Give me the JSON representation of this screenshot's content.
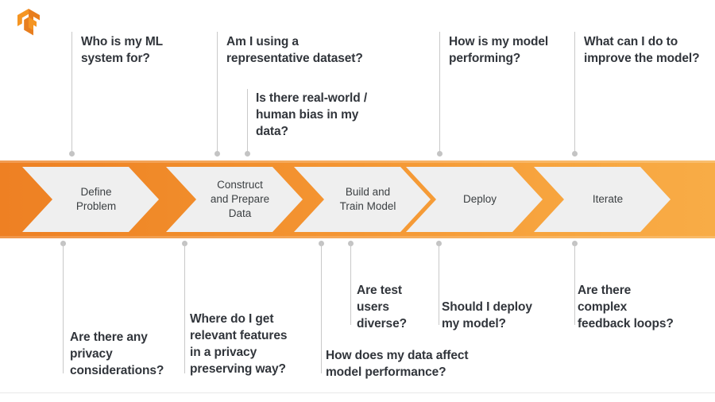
{
  "logo": {
    "name": "tensorflow-logo",
    "color": "#F59522",
    "color_dark": "#E87E1E"
  },
  "banner": {
    "color_left": "#EE8023",
    "color_right": "#F8AC46",
    "step_fill": "#EFEFEF",
    "steps": [
      {
        "id": "define-problem",
        "label": "Define\nProblem"
      },
      {
        "id": "construct-and-prepare-data",
        "label": "Construct\nand Prepare\nData"
      },
      {
        "id": "build-and-train-model",
        "label": "Build and\nTrain Model"
      },
      {
        "id": "deploy",
        "label": "Deploy"
      },
      {
        "id": "iterate",
        "label": "Iterate"
      }
    ]
  },
  "callouts_top": [
    {
      "id": "who-is-my-ml-system-for",
      "text": "Who is my ML\nsystem for?"
    },
    {
      "id": "am-i-using-a-representative-dataset",
      "text": "Am I using a\nrepresentative dataset?"
    },
    {
      "id": "is-there-real-world-human-bias-in-my-data",
      "text": "Is there real-world /\nhuman bias in my\ndata?"
    },
    {
      "id": "how-is-my-model-performing",
      "text": "How is my model\nperforming?"
    },
    {
      "id": "what-can-i-do-to-improve-the-model",
      "text": "What can I do to\nimprove the model?"
    }
  ],
  "callouts_bottom": [
    {
      "id": "are-there-any-privacy-considerations",
      "text": "Are there any\nprivacy\nconsiderations?"
    },
    {
      "id": "where-do-i-get-relevant-features-in-a-privacy-preserving-way",
      "text": "Where do I get\nrelevant features\nin a privacy\npreserving way?"
    },
    {
      "id": "how-does-my-data-affect-model-performance",
      "text": "How does my data affect\nmodel performance?"
    },
    {
      "id": "are-test-users-diverse",
      "text": "Are test\nusers\ndiverse?"
    },
    {
      "id": "should-i-deploy-my-model",
      "text": "Should I deploy\nmy model?"
    },
    {
      "id": "are-there-complex-feedback-loops",
      "text": "Are there\ncomplex\nfeedback loops?"
    }
  ],
  "colors": {
    "text": "#31353b",
    "step_text": "#3c4043",
    "connector": "#c9c9c9",
    "dot": "#c4c4c4"
  }
}
